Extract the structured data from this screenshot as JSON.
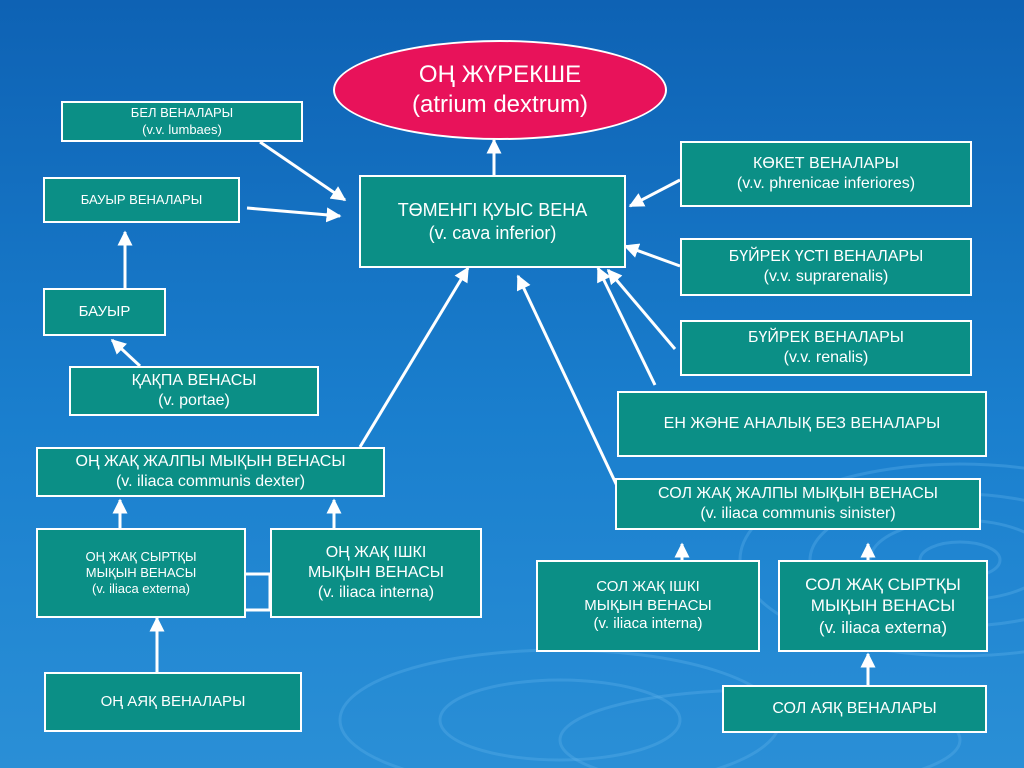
{
  "heart": {
    "line1": "ОҢ ЖҮРЕКШЕ",
    "line2": "(atrium dextrum)"
  },
  "ivc": {
    "line1": "ТӨМЕНГІ ҚУЫС ВЕНА",
    "line2": "(v. cava inferior)"
  },
  "lumbar": {
    "line1": "БЕЛ ВЕНАЛАРЫ",
    "line2": "(v.v. lumbaes)"
  },
  "hepatic_veins": {
    "line1": "БАУЫР ВЕНАЛАРЫ"
  },
  "liver": {
    "line1": "БАУЫР"
  },
  "portal": {
    "line1": "ҚАҚПА ВЕНАСЫ",
    "line2": "(v. portae)"
  },
  "r_common_iliac": {
    "line1": "ОҢ ЖАҚ ЖАЛПЫ МЫҚЫН ВЕНАСЫ",
    "line2": "(v. iliaca communis dexter)"
  },
  "r_ext_iliac": {
    "line1": "ОҢ ЖАҚ СЫРТҚЫ",
    "line2": "МЫҚЫН ВЕНАСЫ",
    "line3": "(v. iliaca externa)"
  },
  "r_int_iliac": {
    "line1": "ОҢ ЖАҚ ІШКІ",
    "line2": "МЫҚЫН ВЕНАСЫ",
    "line3": "(v. iliaca interna)"
  },
  "r_leg": {
    "line1": "ОҢ АЯҚ ВЕНАЛАРЫ"
  },
  "phrenic": {
    "line1": "КӨКЕТ ВЕНАЛАРЫ",
    "line2": "(v.v. phrenicae inferiores)"
  },
  "suprarenal": {
    "line1": "БҮЙРЕК ҮСТІ ВЕНАЛАРЫ",
    "line2": "(v.v. suprarenalis)"
  },
  "renal": {
    "line1": "БҮЙРЕК ВЕНАЛАРЫ",
    "line2": "(v.v. renalis)"
  },
  "gonadal": {
    "line1": "ЕН ЖӘНЕ АНАЛЫҚ БЕЗ ВЕНАЛАРЫ"
  },
  "l_common_iliac": {
    "line1": "СОЛ ЖАҚ ЖАЛПЫ МЫҚЫН ВЕНАСЫ",
    "line2": "(v. iliaca communis sinister)"
  },
  "l_int_iliac": {
    "line1": "СОЛ ЖАҚ ІШКІ",
    "line2": "МЫҚЫН ВЕНАСЫ",
    "line3": "(v. iliaca interna)"
  },
  "l_ext_iliac": {
    "line1": "СОЛ ЖАҚ СЫРТҚЫ",
    "line2": "МЫҚЫН ВЕНАСЫ",
    "line3": "(v. iliaca externa)"
  },
  "l_leg": {
    "line1": "СОЛ АЯҚ ВЕНАЛАРЫ"
  },
  "colors": {
    "background": "#1a7fce",
    "box": "#0b8f86",
    "heart": "#e8125a",
    "line": "#ffffff"
  }
}
